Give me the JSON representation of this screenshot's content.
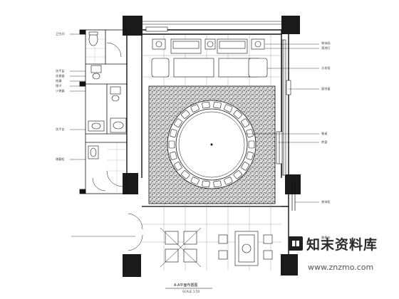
{
  "drawing": {
    "title": "A-A平面布置图",
    "subtitle": "SCALE 1:50"
  },
  "labels_left": [
    "卫生间",
    "洗手盆",
    "坐便器",
    "地漏",
    "镜子",
    "小便器",
    "洗手台",
    "储藏柜"
  ],
  "labels_right": [
    "装饰画",
    "落地灯",
    "沙发组",
    "窗帘盒",
    "餐桌",
    "转盘",
    "装饰柜",
    "备餐台"
  ],
  "watermark": {
    "brand_cn": "知末资料库",
    "brand_url": "www.znzmo.com"
  },
  "colors": {
    "line": "#111111",
    "fill_dark": "#1a1a1a",
    "terrazzo": "#cfcfcf",
    "watermark_badge": "#1f1f1f"
  }
}
